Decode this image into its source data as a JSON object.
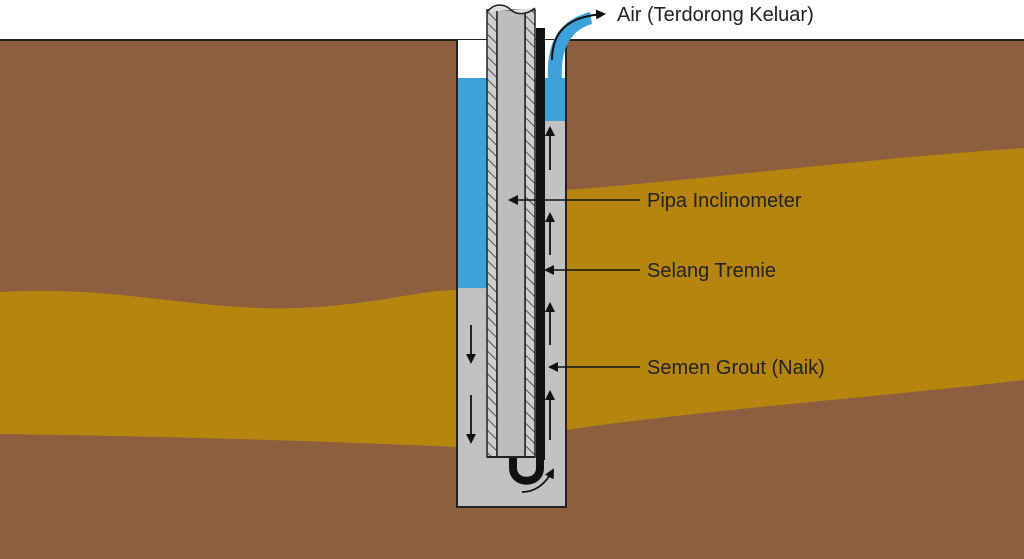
{
  "labels": {
    "water_out": "Air (Terdorong Keluar)",
    "pipe": "Pipa Inclinometer",
    "tremie": "Selang Tremie",
    "grout": "Semen Grout (Naik)"
  },
  "colors": {
    "soil": "#8d5f3f",
    "sand_layer": "#b5850f",
    "water": "#3da2d9",
    "grout": "#c2c2c2",
    "pipe": "#bdbdbd",
    "tremie": "#111111"
  }
}
